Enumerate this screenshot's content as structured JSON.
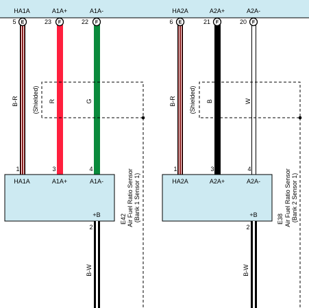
{
  "colors": {
    "header_band": "#cdeaf2",
    "box_fill": "#cdeaf2",
    "wire_red": "#ff1f3d",
    "wire_green": "#0a8a3c",
    "wire_black": "#000000",
    "wire_brown": "#8b1a1a",
    "wire_white": "#ffffff"
  },
  "header": {
    "signals": [
      "HA1A",
      "A1A+",
      "A1A-",
      "HA2A",
      "A2A+",
      "A2A-"
    ],
    "pins": [
      "5",
      "23",
      "22",
      "6",
      "21",
      "20"
    ],
    "connectors": [
      "E",
      "F",
      "F",
      "E",
      "F",
      "F"
    ]
  },
  "wires": {
    "colors": [
      "B-R",
      "R",
      "G",
      "B-R",
      "B",
      "W"
    ],
    "shielded_label": "(Shielded)"
  },
  "sensors": [
    {
      "id": "E42",
      "name": "Air Fuel Ratio Sensor",
      "sub": "(Bank 1 Sensor 1)",
      "pins": [
        "1",
        "3",
        "4"
      ],
      "pin_labels": [
        "HA1A",
        "A1A+",
        "A1A-"
      ],
      "power_label": "+B",
      "power_pin": "2",
      "power_wire": "B-W"
    },
    {
      "id": "E38",
      "name": "Air Fuel Ratio Sensor",
      "sub": "(Bank 2 Sensor 1)",
      "pins": [
        "1",
        "3",
        "4"
      ],
      "pin_labels": [
        "HA2A",
        "A2A+",
        "A2A-"
      ],
      "power_label": "+B",
      "power_pin": "2",
      "power_wire": "B-W"
    }
  ]
}
